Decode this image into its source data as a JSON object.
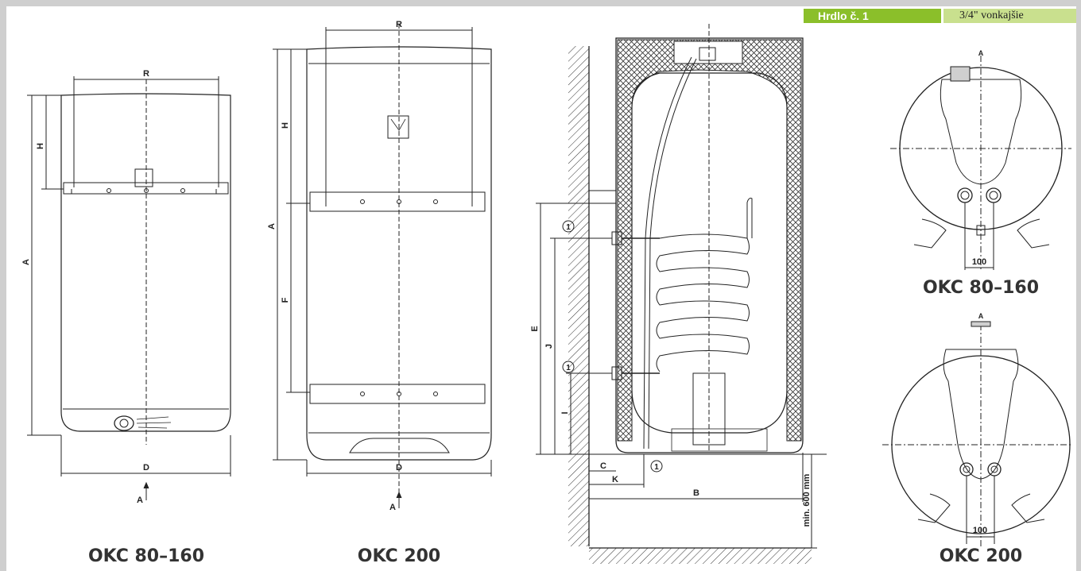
{
  "legend": {
    "key": "Hrdlo č. 1",
    "value": "3/4\" vonkajšie"
  },
  "views": {
    "front_small": {
      "title": "OKC 80–160",
      "labels": {
        "R": "R",
        "H": "H",
        "A": "A",
        "D": "D",
        "arrow": "A"
      }
    },
    "front_large": {
      "title": "OKC 200",
      "labels": {
        "R": "R",
        "H": "H",
        "A": "A",
        "F": "F",
        "D": "D",
        "arrow": "A"
      }
    },
    "section": {
      "labels": {
        "E": "E",
        "J": "J",
        "I": "I",
        "C": "C",
        "K": "K",
        "B": "B",
        "min": "min. 600 mm",
        "port": "1"
      }
    },
    "top_small": {
      "title": "OKC 80–160",
      "label_A": "A",
      "dim_100": "100"
    },
    "top_large": {
      "title": "OKC 200",
      "label_A": "A",
      "dim_100": "100"
    }
  },
  "colors": {
    "accent": "#8bbf2a",
    "accent_light": "#c9e08e",
    "frame": "#cfcfcf",
    "line": "#222222"
  }
}
